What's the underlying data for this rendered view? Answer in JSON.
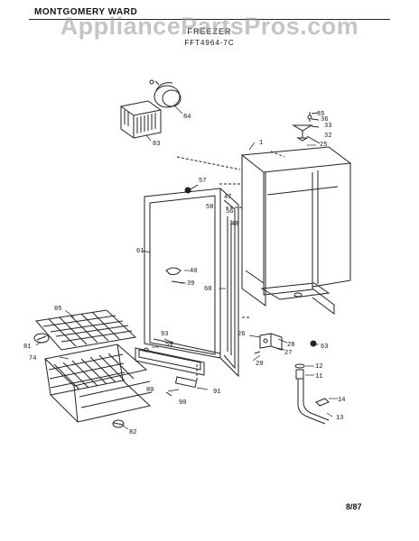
{
  "header": {
    "brand": "MONTGOMERY WARD",
    "title": "FREEZER",
    "model": "FFT4964-7C"
  },
  "watermark": "AppliancePartsPros.com",
  "footer": {
    "page_code": "8/87"
  },
  "callouts": {
    "c1": "1",
    "c11": "11",
    "c12": "12",
    "c13": "13",
    "c14": "14",
    "c25": "25",
    "c26": "26",
    "c27": "27",
    "c28": "28",
    "c29": "29",
    "c32": "32",
    "c33": "33",
    "c35": "35",
    "c36": "36",
    "c39": "39",
    "c40": "40",
    "c47": "47",
    "c48": "48",
    "c56": "56",
    "c57": "57",
    "c58": "58",
    "c59": "59",
    "c60": "60",
    "c61": "61",
    "c63": "63",
    "c74": "74",
    "c80": "80",
    "c81": "81",
    "c82": "82",
    "c83": "83",
    "c84": "84",
    "c85": "85",
    "c90": "90",
    "c91": "91",
    "c93": "93"
  }
}
